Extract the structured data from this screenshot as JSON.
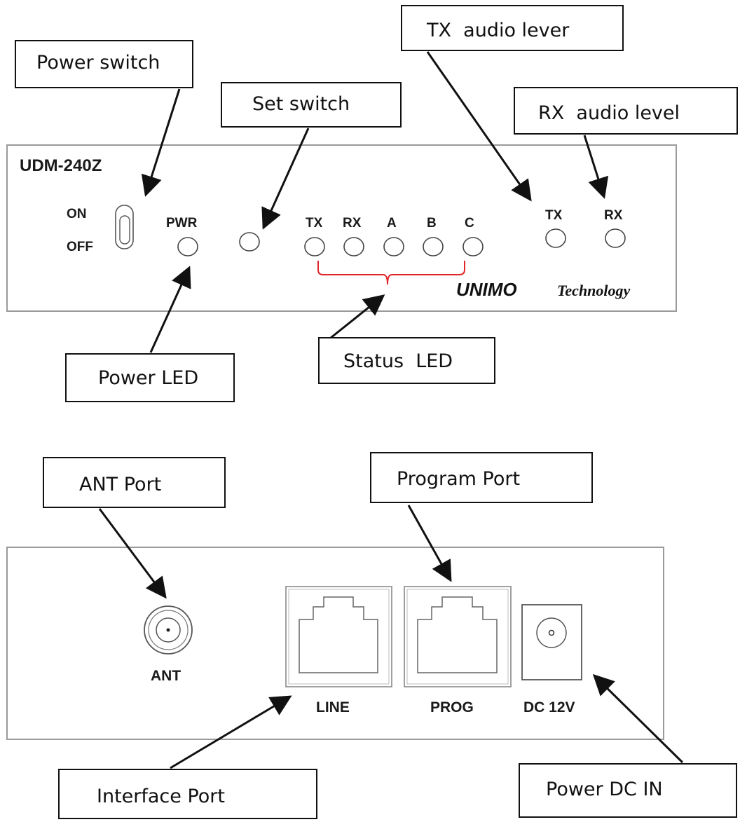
{
  "front_panel": {
    "model": "UDM-240Z",
    "switch_on": "ON",
    "switch_off": "OFF",
    "pwr": "PWR",
    "led_labels": [
      "TX",
      "RX",
      "A",
      "B",
      "C"
    ],
    "tx_level": "TX",
    "rx_level": "RX",
    "brand_bold": "UNIMO",
    "brand_italic": "Technology"
  },
  "rear_panel": {
    "ant": "ANT",
    "line": "LINE",
    "prog": "PROG",
    "dc": "DC 12V"
  },
  "callouts": {
    "power_switch": "Power switch",
    "set_switch": "Set switch",
    "tx_audio": "TX  audio lever",
    "rx_audio": "RX  audio level",
    "power_led": "Power LED",
    "status_led": "Status  LED",
    "ant_port": "ANT Port",
    "program_port": "Program Port",
    "interface_port": "Interface Port",
    "power_dc_in": "Power DC IN"
  },
  "colors": {
    "bracket": "#e0262a",
    "panel_border": "#9a9a9a",
    "arrow": "#111111"
  }
}
